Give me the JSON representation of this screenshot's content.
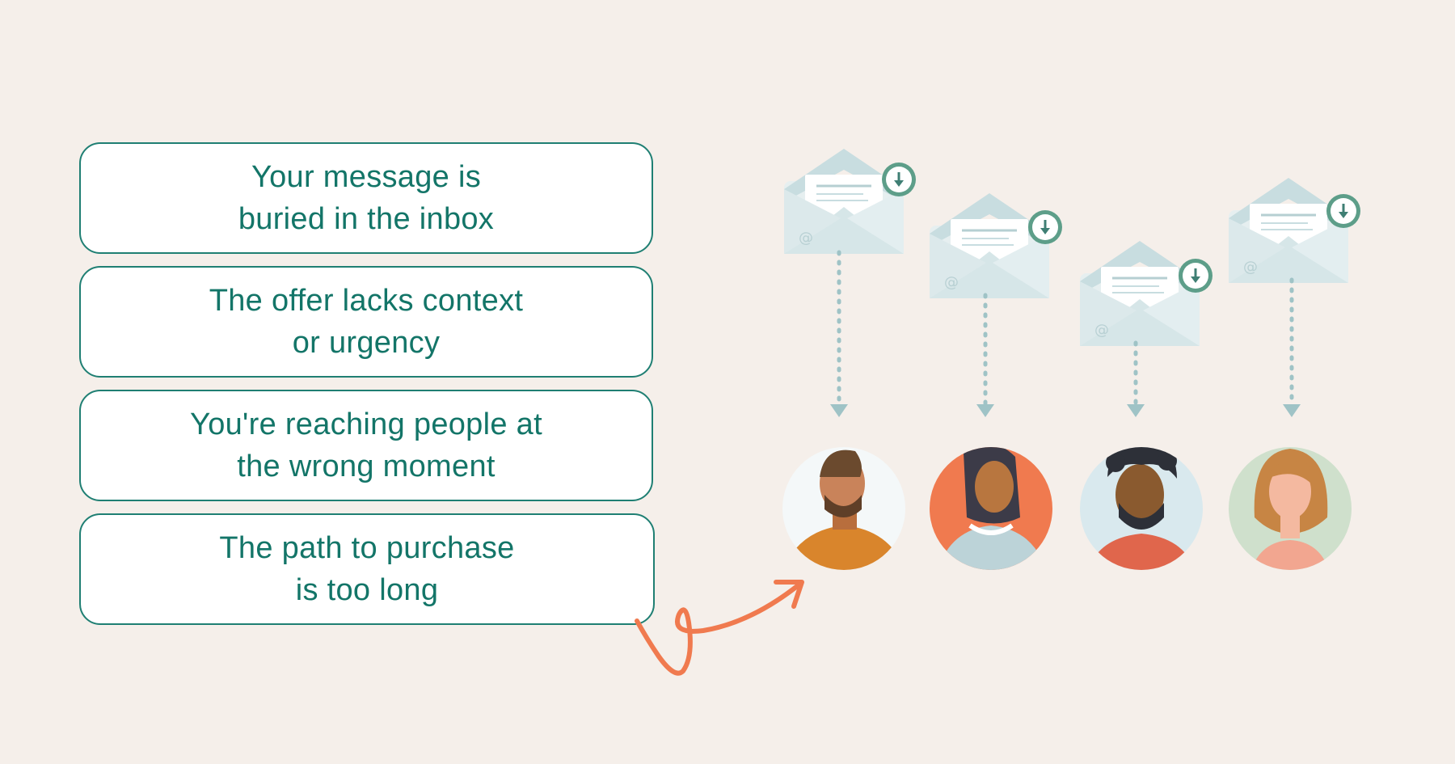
{
  "colors": {
    "background": "#f5efea",
    "card_border": "#1f7f73",
    "card_text": "#137568",
    "accent_arrow": "#f07a4f",
    "envelope": "#dfe9ea"
  },
  "cards": [
    {
      "text": "Your message is\nburied in the inbox"
    },
    {
      "text": "The offer lacks context\nor urgency"
    },
    {
      "text": "You're reaching people at\nthe wrong moment"
    },
    {
      "text": "The path to purchase\nis too long"
    }
  ],
  "illustration": {
    "envelope_icon": "open-envelope-icon",
    "download_badge_icon": "download-arrow-icon",
    "people": [
      {
        "icon": "person-avatar-icon",
        "accent": "#e6893c"
      },
      {
        "icon": "person-avatar-icon",
        "accent": "#f07a4f"
      },
      {
        "icon": "person-avatar-icon",
        "accent": "#d9e9ee"
      },
      {
        "icon": "person-avatar-icon",
        "accent": "#cfe0cc"
      }
    ]
  }
}
